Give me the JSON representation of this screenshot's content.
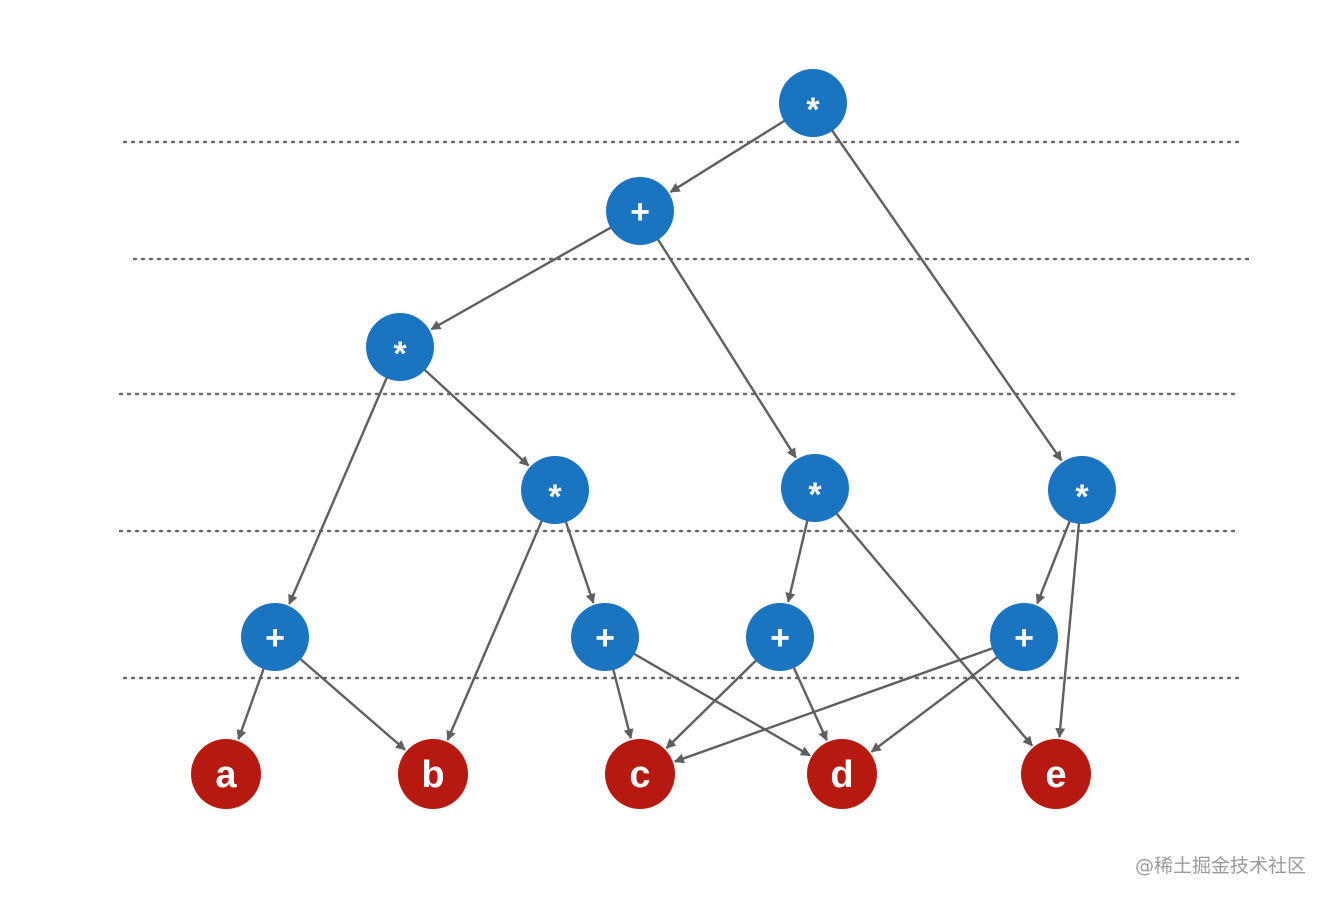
{
  "diagram": {
    "colors": {
      "operator_node": "#1a74c0",
      "leaf_node": "#b5190f",
      "edge": "#5f5f5f",
      "divider": "#6a6a6a"
    },
    "nodes": [
      {
        "id": "n1",
        "label": "*",
        "kind": "operator"
      },
      {
        "id": "n2",
        "label": "+",
        "kind": "operator"
      },
      {
        "id": "n3",
        "label": "*",
        "kind": "operator"
      },
      {
        "id": "n4",
        "label": "*",
        "kind": "operator"
      },
      {
        "id": "n5",
        "label": "*",
        "kind": "operator"
      },
      {
        "id": "n6",
        "label": "*",
        "kind": "operator"
      },
      {
        "id": "n7",
        "label": "+",
        "kind": "operator"
      },
      {
        "id": "n8",
        "label": "+",
        "kind": "operator"
      },
      {
        "id": "n9",
        "label": "+",
        "kind": "operator"
      },
      {
        "id": "n10",
        "label": "+",
        "kind": "operator"
      },
      {
        "id": "a",
        "label": "a",
        "kind": "leaf"
      },
      {
        "id": "b",
        "label": "b",
        "kind": "leaf"
      },
      {
        "id": "c",
        "label": "c",
        "kind": "leaf"
      },
      {
        "id": "d",
        "label": "d",
        "kind": "leaf"
      },
      {
        "id": "e",
        "label": "e",
        "kind": "leaf"
      }
    ],
    "edges": [
      {
        "from": "n1",
        "to": "n2"
      },
      {
        "from": "n1",
        "to": "n6"
      },
      {
        "from": "n2",
        "to": "n3"
      },
      {
        "from": "n2",
        "to": "n5"
      },
      {
        "from": "n3",
        "to": "n7"
      },
      {
        "from": "n3",
        "to": "n4"
      },
      {
        "from": "n4",
        "to": "b"
      },
      {
        "from": "n4",
        "to": "n8"
      },
      {
        "from": "n5",
        "to": "n9"
      },
      {
        "from": "n5",
        "to": "e"
      },
      {
        "from": "n6",
        "to": "n10"
      },
      {
        "from": "n6",
        "to": "e"
      },
      {
        "from": "n7",
        "to": "a"
      },
      {
        "from": "n7",
        "to": "b"
      },
      {
        "from": "n8",
        "to": "c"
      },
      {
        "from": "n8",
        "to": "d"
      },
      {
        "from": "n9",
        "to": "c"
      },
      {
        "from": "n9",
        "to": "d"
      },
      {
        "from": "n10",
        "to": "c"
      },
      {
        "from": "n10",
        "to": "d"
      }
    ]
  },
  "watermark": "@稀土掘金技术社区"
}
